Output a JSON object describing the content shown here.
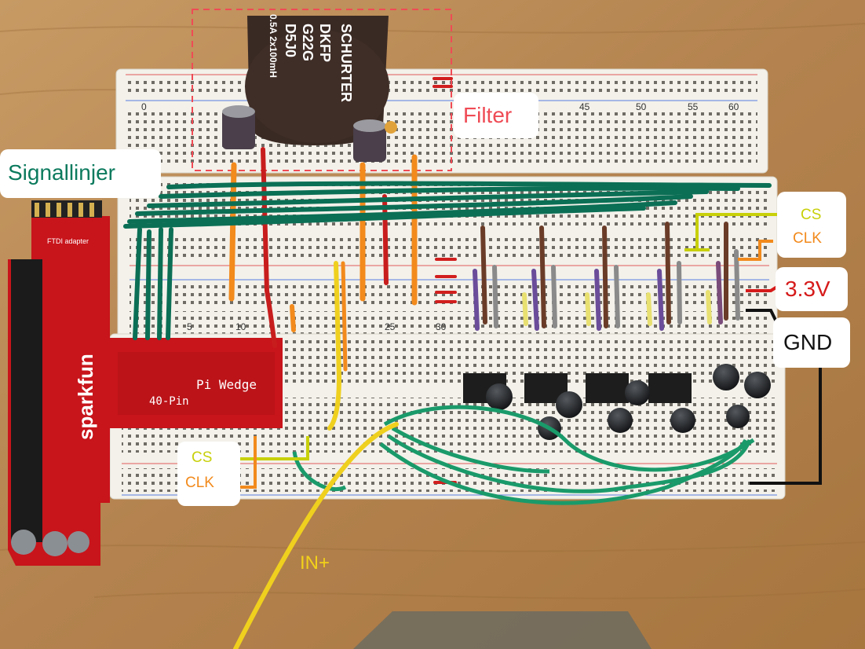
{
  "photo_description": "Photo of an electronics prototype on white solderless breadboards with a red SparkFun Pi Wedge adapter, a large SCHURTER filter choke, capacitors, DIP chips and many jumper wires, annotated with coloured labels.",
  "annotations": {
    "filter": "Filter",
    "signal_lines": "Signallinjer",
    "cs_right": "CS",
    "clk_right": "CLK",
    "v33": "3.3V",
    "gnd": "GND",
    "cs_left": "CS",
    "clk_left": "CLK",
    "in_plus": "IN+"
  },
  "component_text": {
    "choke_brand": "SCHURTER",
    "choke_line1": "DKFP",
    "choke_line2": "G22G",
    "choke_line3": "D5J0",
    "choke_rating": "0.5A 2x100mH",
    "wedge_title": "Pi Wedge",
    "wedge_pins": "40-Pin",
    "adapter_brand": "sparkfun",
    "ftdi_text": "FTDI adapter",
    "board_num_0": "0",
    "board_num_45": "45",
    "board_num_50": "50",
    "board_num_55": "55",
    "board_num_60": "60",
    "board_num_5": "5",
    "board_num_10": "10",
    "board_num_25": "25",
    "board_num_30": "30"
  },
  "colors": {
    "filter": "#ef4b55",
    "signal_lines": "#0b7a5d",
    "cs": "#c8d00a",
    "clk": "#f28a1c",
    "v33": "#d61a1a",
    "gnd": "#111111",
    "in_plus": "#f2d11a",
    "wood": "#b98a55",
    "breadboard": "#f3f1ea",
    "pcb_red": "#c8141b",
    "wire_green": "#1a8a5a"
  }
}
